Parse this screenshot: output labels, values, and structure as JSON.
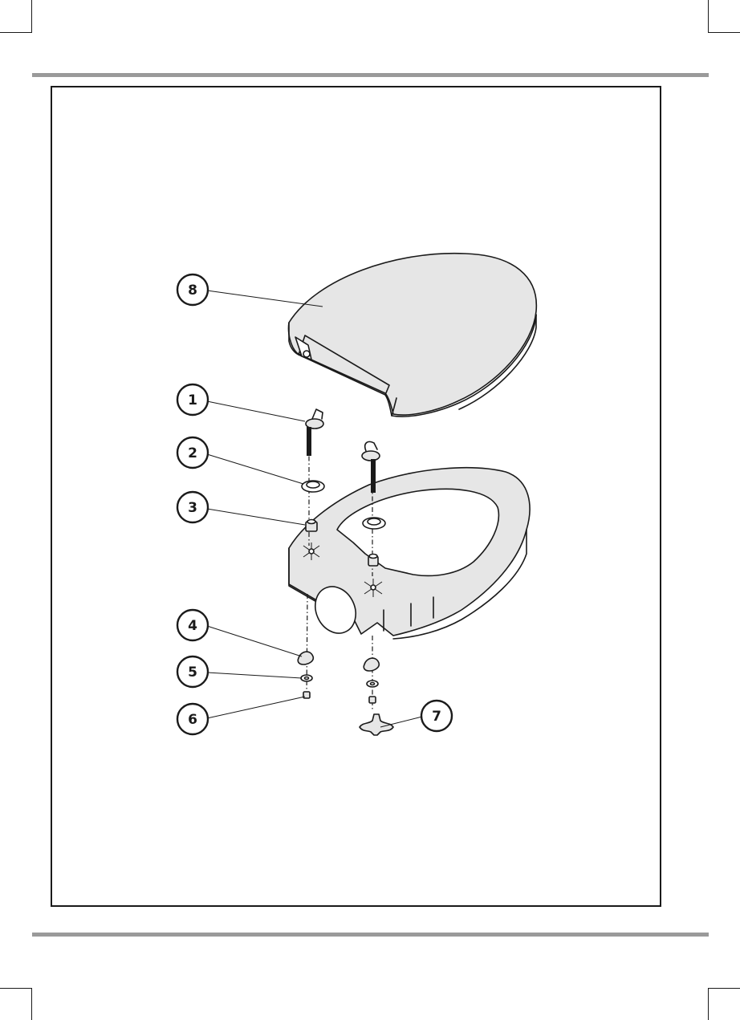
{
  "callouts": [
    {
      "id": "1",
      "label": "1",
      "part": "hinge-pin-left"
    },
    {
      "id": "2",
      "label": "2",
      "part": "washer-ring-left"
    },
    {
      "id": "3",
      "label": "3",
      "part": "hinge-bushing-left"
    },
    {
      "id": "4",
      "label": "4",
      "part": "rubber-cone-left"
    },
    {
      "id": "5",
      "label": "5",
      "part": "flat-washer-left"
    },
    {
      "id": "6",
      "label": "6",
      "part": "nut-left"
    },
    {
      "id": "7",
      "label": "7",
      "part": "wing-nut-right"
    },
    {
      "id": "8",
      "label": "8",
      "part": "seat-lid"
    }
  ],
  "colors": {
    "line": "#1a1a1a",
    "part_fill": "#e6e6e6",
    "rule": "#9a9a9a",
    "paper": "#ffffff"
  }
}
